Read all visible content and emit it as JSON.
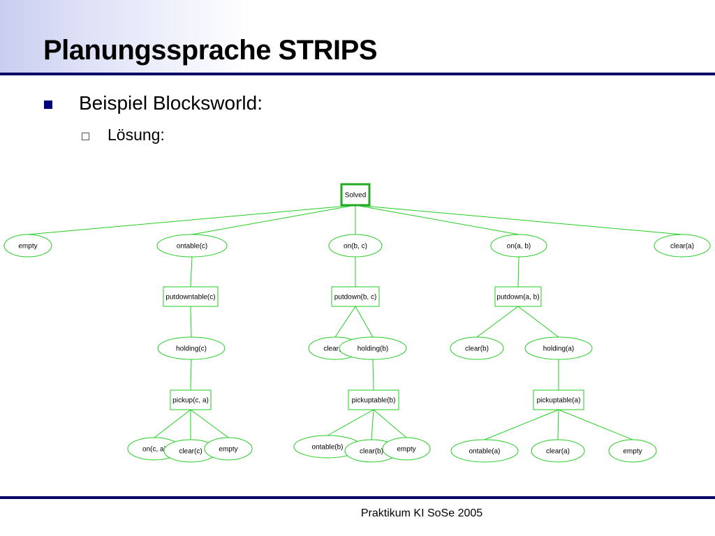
{
  "slide": {
    "title": "Planungssprache STRIPS",
    "bullet": "Beispiel Blocksworld:",
    "sub_bullet": "Lösung:",
    "footer": "Praktikum KI SoSe 2005"
  },
  "colors": {
    "tree_line": "#22cc22",
    "root_border": "#22aa22",
    "rule": "#000066",
    "bullet": "#000080"
  },
  "tree": {
    "root": "Solved",
    "nodes": [
      {
        "id": "empty-1",
        "label": "empty",
        "shape": "ellipse",
        "parent": "root"
      },
      {
        "id": "ontable-c",
        "label": "ontable(c)",
        "shape": "ellipse",
        "parent": "root"
      },
      {
        "id": "on-b-c",
        "label": "on(b, c)",
        "shape": "ellipse",
        "parent": "root"
      },
      {
        "id": "on-a-b",
        "label": "on(a, b)",
        "shape": "ellipse",
        "parent": "root"
      },
      {
        "id": "clear-a-1",
        "label": "clear(a)",
        "shape": "ellipse",
        "parent": "root"
      },
      {
        "id": "putdowntable-c",
        "label": "putdowntable(c)",
        "shape": "box",
        "parent": "ontable-c"
      },
      {
        "id": "putdown-b-c",
        "label": "putdown(b, c)",
        "shape": "box",
        "parent": "on-b-c"
      },
      {
        "id": "putdown-a-b",
        "label": "putdown(a, b)",
        "shape": "box",
        "parent": "on-a-b"
      },
      {
        "id": "holding-c",
        "label": "holding(c)",
        "shape": "ellipse",
        "parent": "putdowntable-c"
      },
      {
        "id": "clear-c-1",
        "label": "clear(c)",
        "shape": "ellipse",
        "parent": "putdown-b-c"
      },
      {
        "id": "holding-b",
        "label": "holding(b)",
        "shape": "ellipse",
        "parent": "putdown-b-c"
      },
      {
        "id": "clear-b-1",
        "label": "clear(b)",
        "shape": "ellipse",
        "parent": "putdown-a-b"
      },
      {
        "id": "holding-a",
        "label": "holding(a)",
        "shape": "ellipse",
        "parent": "putdown-a-b"
      },
      {
        "id": "pickup-c-a",
        "label": "pickup(c, a)",
        "shape": "box",
        "parent": "holding-c"
      },
      {
        "id": "pickuptable-b",
        "label": "pickuptable(b)",
        "shape": "box",
        "parent": "holding-b"
      },
      {
        "id": "pickuptable-a",
        "label": "pickuptable(a)",
        "shape": "box",
        "parent": "holding-a"
      },
      {
        "id": "on-c-a",
        "label": "on(c, a)",
        "shape": "ellipse",
        "parent": "pickup-c-a"
      },
      {
        "id": "clear-c-2",
        "label": "clear(c)",
        "shape": "ellipse",
        "parent": "pickup-c-a"
      },
      {
        "id": "empty-2",
        "label": "empty",
        "shape": "ellipse",
        "parent": "pickup-c-a"
      },
      {
        "id": "ontable-b",
        "label": "ontable(b)",
        "shape": "ellipse",
        "parent": "pickuptable-b"
      },
      {
        "id": "clear-b-2",
        "label": "clear(b)",
        "shape": "ellipse",
        "parent": "pickuptable-b"
      },
      {
        "id": "empty-3",
        "label": "empty",
        "shape": "ellipse",
        "parent": "pickuptable-b"
      },
      {
        "id": "ontable-a",
        "label": "ontable(a)",
        "shape": "ellipse",
        "parent": "pickuptable-a"
      },
      {
        "id": "clear-a-2",
        "label": "clear(a)",
        "shape": "ellipse",
        "parent": "pickuptable-a"
      },
      {
        "id": "empty-4",
        "label": "empty",
        "shape": "ellipse",
        "parent": "pickuptable-a"
      }
    ]
  }
}
